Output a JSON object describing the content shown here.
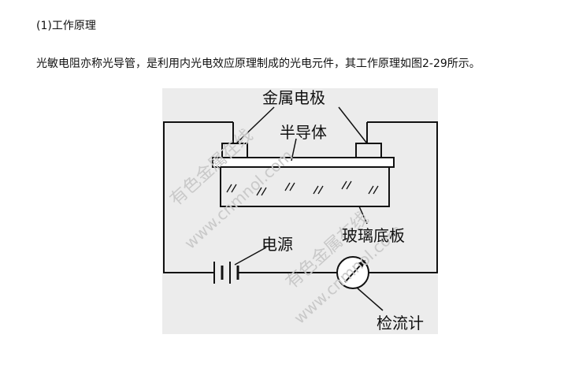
{
  "section": {
    "heading": "(1)工作原理",
    "paragraph": "光敏电阻亦称光导管，是利用内光电效应原理制成的光电元件，其工作原理如图2-29所示。"
  },
  "figure": {
    "labels": {
      "electrode": "金属电极",
      "semiconductor": "半导体",
      "glass_base": "玻璃底板",
      "power_source": "电源",
      "galvanometer": "检流计"
    },
    "watermarks": {
      "site_name": "有色金属在线",
      "site_url": "www.cnmnol.com"
    },
    "colors": {
      "background": "#ececec",
      "line": "#111111"
    }
  }
}
